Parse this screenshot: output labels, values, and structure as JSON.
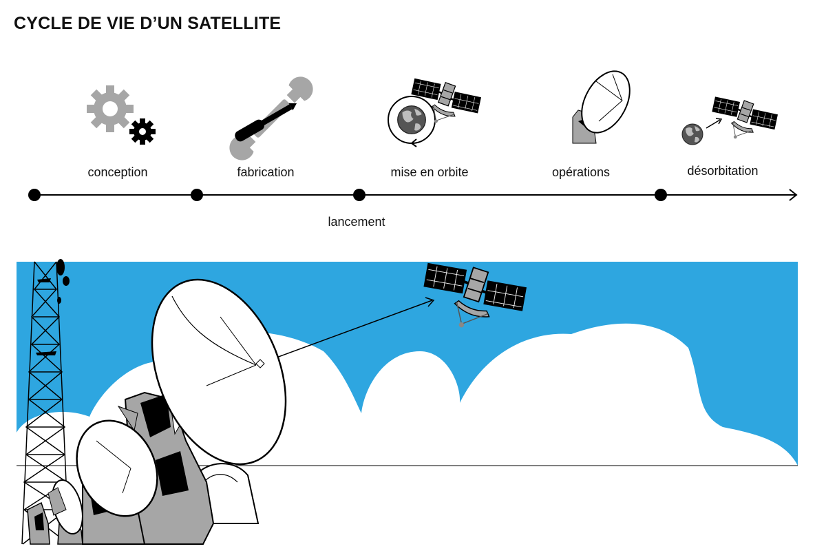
{
  "title": "CYCLE DE VIE D’UN SATELLITE",
  "timeline": {
    "stages": [
      {
        "label": "conception",
        "icon": "gears-icon"
      },
      {
        "label": "fabrication",
        "icon": "tools-icon"
      },
      {
        "label": "mise en orbite",
        "icon": "orbiting-satellite-icon"
      },
      {
        "label": "opérations",
        "icon": "ground-antenna-icon"
      },
      {
        "label": "désorbitation",
        "icon": "deorbit-icon"
      }
    ],
    "milestone_label": "lancement"
  },
  "colors": {
    "sky": "#2ea6e0",
    "cloud": "#ffffff",
    "antenna_grey": "#a6a6a6",
    "ink": "#000000"
  }
}
